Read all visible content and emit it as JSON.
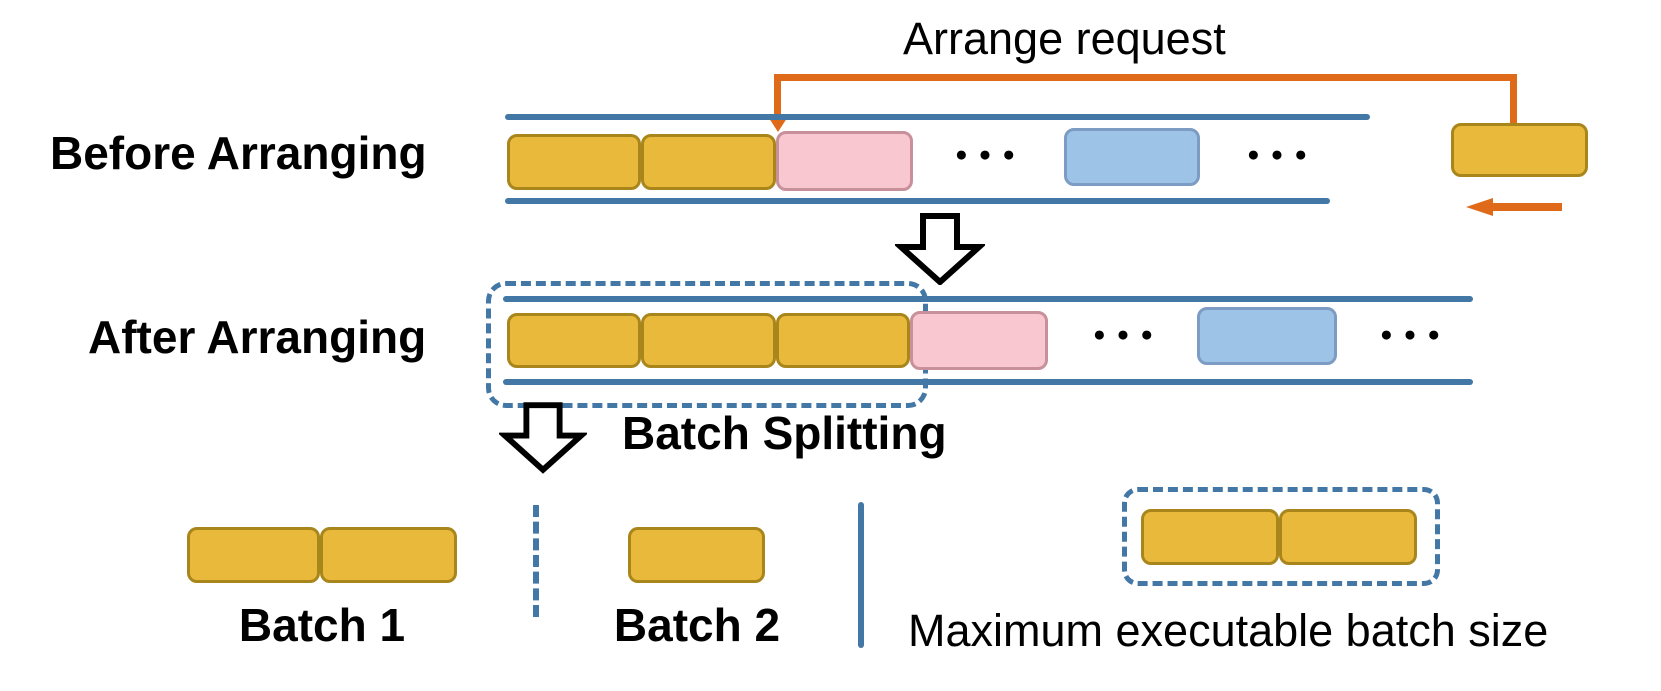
{
  "labels": {
    "arrange_request": "Arrange request",
    "before": "Before Arranging",
    "after": "After Arranging",
    "batch_splitting": "Batch Splitting",
    "batch1": "Batch 1",
    "batch2": "Batch 2",
    "max_batch": "Maximum executable batch size"
  },
  "ellipsis": "●●●",
  "colors": {
    "request_yellow": "#E9B93C",
    "request_yellow_border": "#A9861C",
    "request_pink": "#F9C7CF",
    "request_pink_border": "#C8909A",
    "request_blue": "#9DC3E6",
    "request_blue_border": "#7C9CC4",
    "queue_line": "#4377A6",
    "arrow_orange": "#DE6A1A",
    "text": "#000000"
  },
  "queues": {
    "before": {
      "blocks": [
        "yellow",
        "yellow",
        "pink",
        "ellipsis",
        "blue",
        "ellipsis"
      ],
      "incoming_block": "yellow"
    },
    "after": {
      "blocks": [
        "yellow",
        "yellow",
        "yellow",
        "pink",
        "ellipsis",
        "blue",
        "ellipsis"
      ],
      "arranged_group_size": 3
    },
    "batch1_blocks": [
      "yellow",
      "yellow"
    ],
    "batch2_blocks": [
      "yellow"
    ],
    "max_batch_blocks": [
      "yellow",
      "yellow"
    ]
  }
}
